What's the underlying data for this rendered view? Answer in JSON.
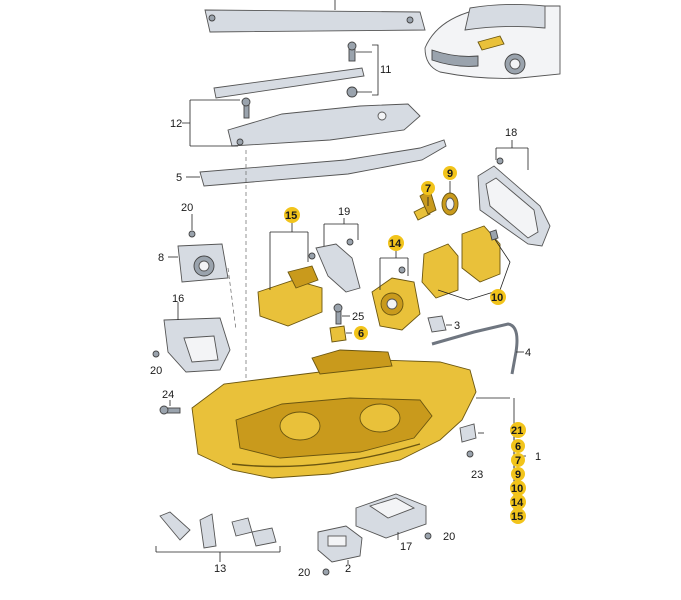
{
  "highlight_color": "#f2c41b",
  "labels": {
    "l1": "1",
    "l2": "2",
    "l3": "3",
    "l4": "4",
    "l5": "5",
    "l6": "6",
    "l8": "8",
    "l7": "7",
    "l9": "9",
    "l10": "10",
    "l11": "11",
    "l12": "12",
    "l13": "13",
    "l14": "14",
    "l15": "15",
    "l16": "16",
    "l17": "17",
    "l18": "18",
    "l19": "19",
    "l20a": "20",
    "l20b": "20",
    "l20c": "20",
    "l20d": "20",
    "l23": "23",
    "l24": "24",
    "l25": "25"
  },
  "assembly_list": [
    "21",
    "6",
    "7",
    "9",
    "10",
    "14",
    "15"
  ]
}
